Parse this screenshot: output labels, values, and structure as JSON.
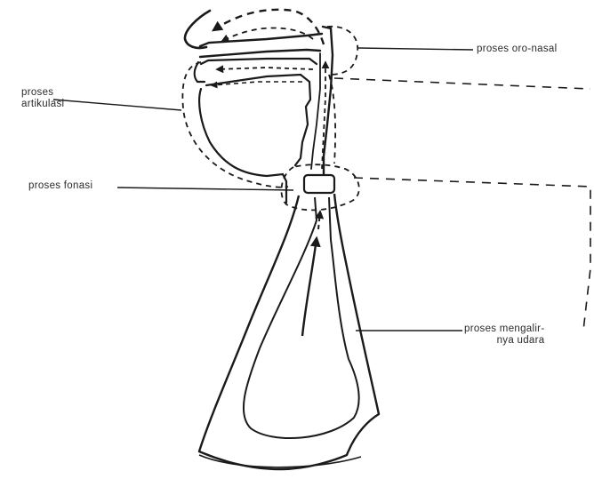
{
  "labels": {
    "oro_nasal": "proses oro-nasal",
    "artikulasi_line1": "proses",
    "artikulasi_line2": "artikulasi",
    "fonasi": "proses fonasi",
    "mengalir_line1": "proses mengalir-",
    "mengalir_line2": "nya udara"
  },
  "colors": {
    "ink": "#1a1a1a",
    "background": "#ffffff"
  }
}
